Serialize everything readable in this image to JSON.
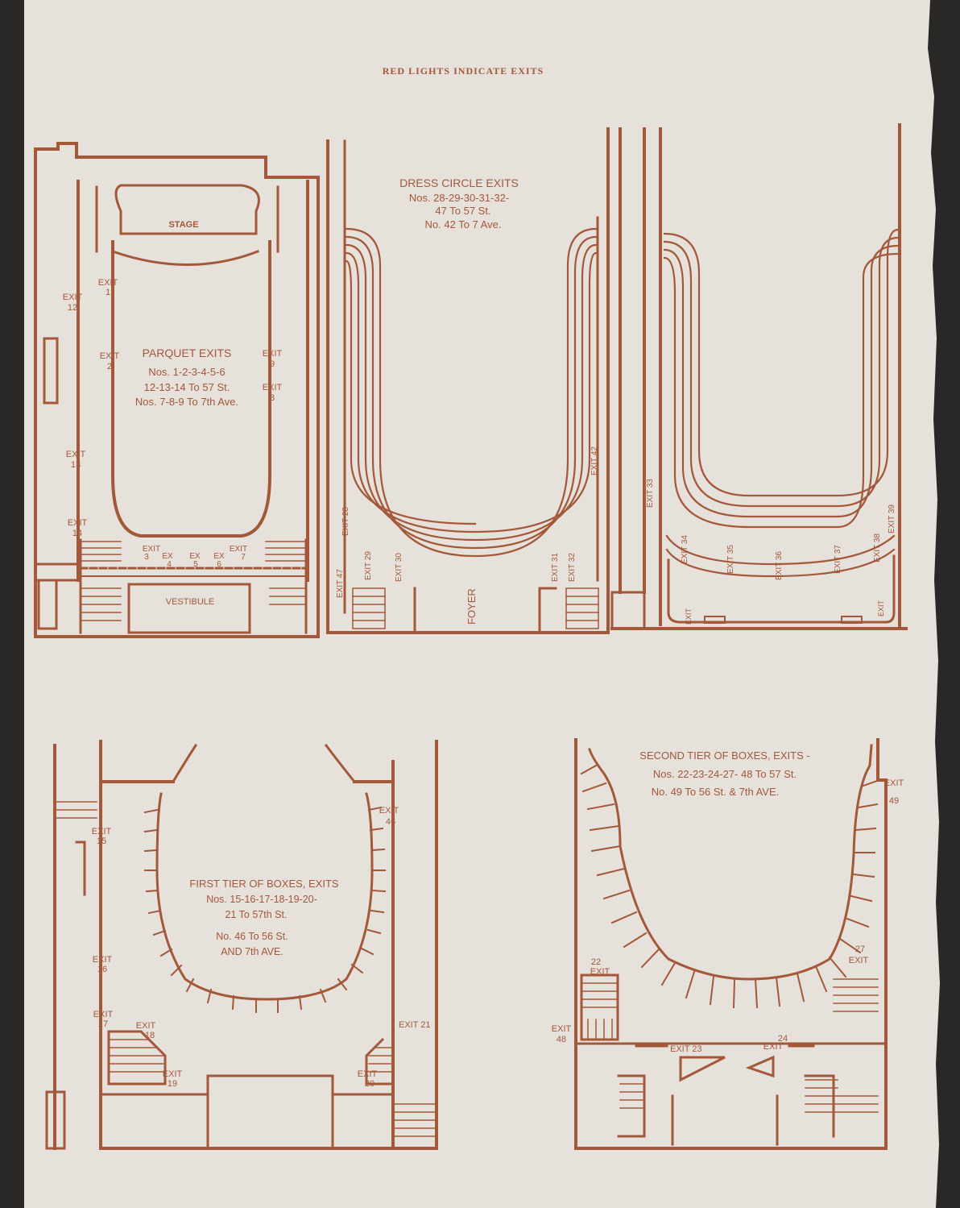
{
  "header": {
    "title": "RED LIGHTS INDICATE EXITS"
  },
  "parquet": {
    "stage": "STAGE",
    "vestibule": "VESTIBULE",
    "caption": [
      "PARQUET EXITS",
      "Nos. 1-2-3-4-5-6",
      "12-13-14 To 57 St.",
      "Nos. 7-8-9 To 7th Ave."
    ],
    "exits": {
      "e1": [
        "EXIT",
        "1"
      ],
      "e2": [
        "EXIT",
        "2"
      ],
      "e3": [
        "EXIT",
        "3"
      ],
      "e4": [
        "EX",
        "4"
      ],
      "e5": [
        "EX",
        "5"
      ],
      "e6": [
        "EX",
        "6"
      ],
      "e7": [
        "EXIT",
        "7"
      ],
      "e8": [
        "EXIT",
        "8"
      ],
      "e9": [
        "EXIT",
        "9"
      ],
      "e12": [
        "EXIT",
        "12"
      ],
      "e13": [
        "EXIT",
        "13"
      ],
      "e14": [
        "EXIT",
        "14"
      ]
    }
  },
  "dress_circle": {
    "caption": [
      "DRESS CIRCLE EXITS",
      "Nos. 28-29-30-31-32-",
      "47 To 57 St.",
      "No. 42 To 7 Ave."
    ],
    "foyer": "FOYER",
    "exits": {
      "e28": "EXIT 28",
      "e29": "EXIT 29",
      "e30": "EXIT 30",
      "e31": "EXIT 31",
      "e32": "EXIT 32",
      "e42": "EXIT 42",
      "e47": "EXIT 47"
    }
  },
  "balcony": {
    "exits": {
      "e33": "EXIT 33",
      "e34": "EXIT 34",
      "e35": "EXIT 35",
      "e36": "EXIT 36",
      "e37": "EXIT 37",
      "e38": "EXIT 38",
      "e39": "EXIT 39",
      "ea": "EXIT",
      "eb": "EXIT"
    }
  },
  "first_tier": {
    "caption": [
      "FIRST TIER OF BOXES, EXITS",
      "Nos. 15-16-17-18-19-20-",
      "21 To 57th St.",
      "No. 46 To 56 St.",
      "AND 7th AVE."
    ],
    "exits": {
      "e15": [
        "EXIT",
        "15"
      ],
      "e16": [
        "EXIT",
        "16"
      ],
      "e17": [
        "EXIT",
        "17"
      ],
      "e18": [
        "EXIT",
        "18"
      ],
      "e19": [
        "EXIT",
        "19"
      ],
      "e20": [
        "EXIT",
        "20"
      ],
      "e21": [
        "EXIT 21",
        ""
      ],
      "e46": [
        "EXIT",
        "46"
      ]
    }
  },
  "second_tier": {
    "caption": [
      "SECOND TIER OF BOXES, EXITS -",
      "Nos. 22-23-24-27- 48 To 57 St.",
      "No. 49 To 56 St. & 7th AVE."
    ],
    "exits": {
      "e22": [
        "22",
        "EXIT"
      ],
      "e23": [
        "EXIT 23",
        ""
      ],
      "e24": [
        "24",
        "EXIT"
      ],
      "e27": [
        "27",
        "EXIT"
      ],
      "e48": [
        "EXIT",
        "48"
      ],
      "e49": [
        "EXIT",
        "49"
      ]
    }
  },
  "colors": {
    "paper": "#e6e1da",
    "ink": "#a3583a",
    "background": "#2a2826"
  }
}
